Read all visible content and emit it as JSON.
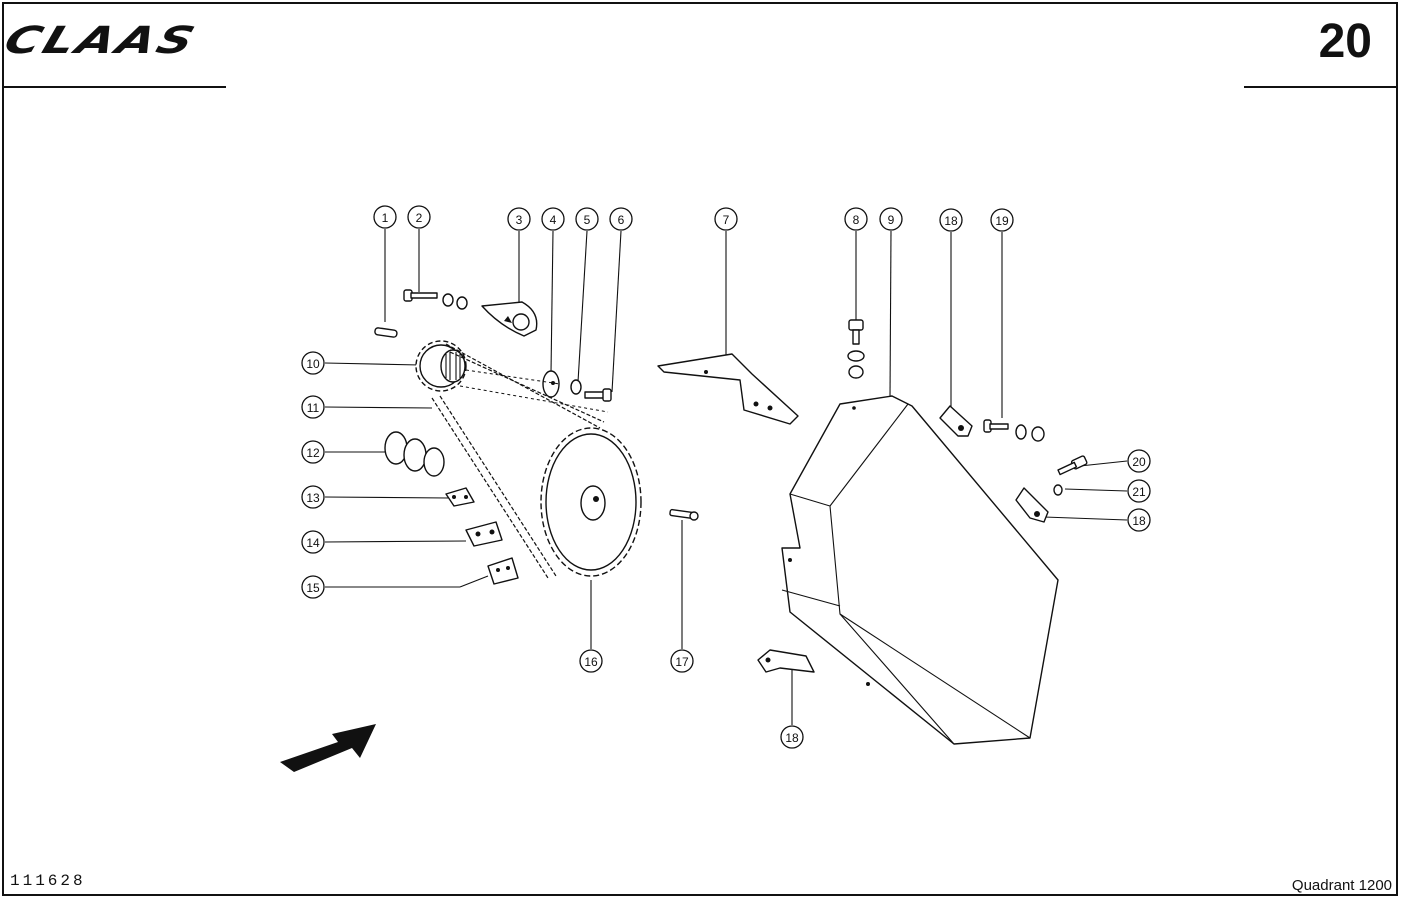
{
  "header": {
    "brand": "CLAAS",
    "page_number": "20"
  },
  "footer": {
    "drawing_number": "111628",
    "model": "Quadrant 1200"
  },
  "callouts": [
    "1",
    "2",
    "3",
    "4",
    "5",
    "6",
    "7",
    "8",
    "9",
    "10",
    "11",
    "12",
    "13",
    "14",
    "15",
    "16",
    "17",
    "18",
    "19",
    "20",
    "21"
  ]
}
